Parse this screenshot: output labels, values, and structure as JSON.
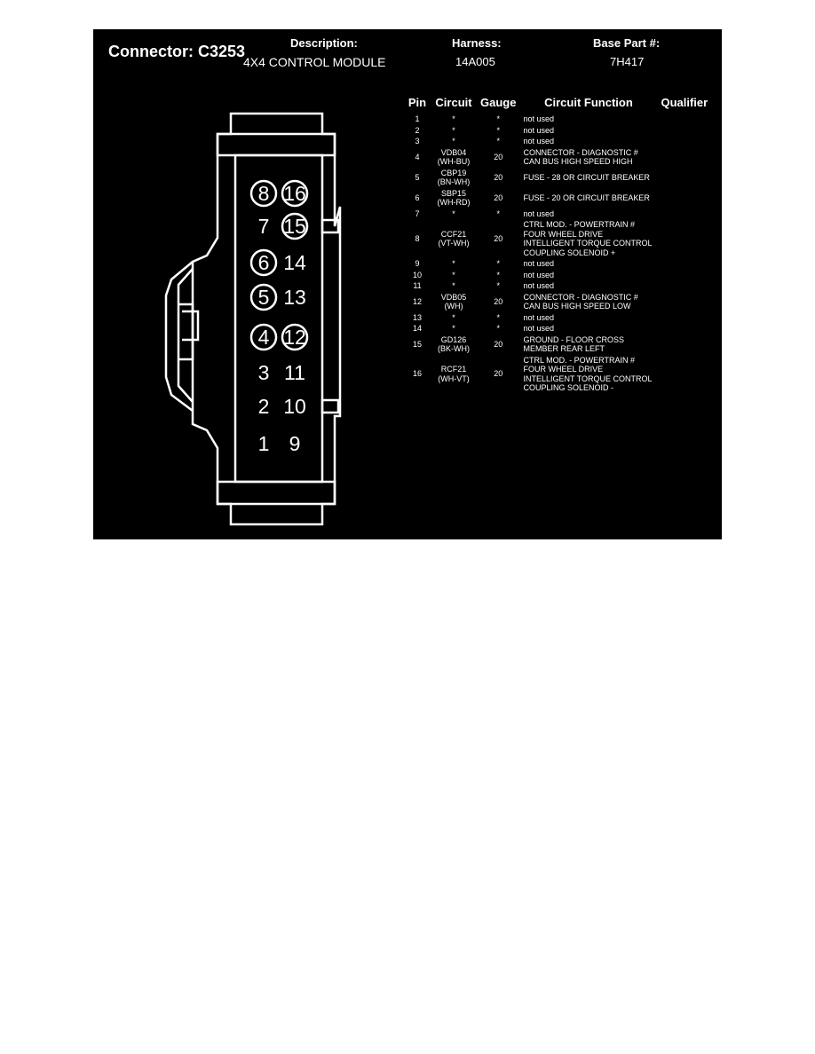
{
  "header": {
    "connector_label": "Connector: C3253",
    "description_label": "Description:",
    "description_value": "4X4 CONTROL MODULE",
    "harness_label": "Harness:",
    "harness_value": "14A005",
    "base_part_label": "Base Part #:",
    "base_part_value": "7H417"
  },
  "table": {
    "columns": [
      "Pin",
      "Circuit",
      "Gauge",
      "Circuit Function",
      "Qualifier"
    ],
    "rows": [
      {
        "pin": "1",
        "circuit": "*",
        "circuit_color": "",
        "gauge": "*",
        "function": "not used",
        "qualifier": ""
      },
      {
        "pin": "2",
        "circuit": "*",
        "circuit_color": "",
        "gauge": "*",
        "function": "not used",
        "qualifier": ""
      },
      {
        "pin": "3",
        "circuit": "*",
        "circuit_color": "",
        "gauge": "*",
        "function": "not used",
        "qualifier": ""
      },
      {
        "pin": "4",
        "circuit": "VDB04",
        "circuit_color": "(WH-BU)",
        "gauge": "20",
        "function": "CONNECTOR - DIAGNOSTIC # CAN BUS HIGH SPEED HIGH",
        "qualifier": ""
      },
      {
        "pin": "5",
        "circuit": "CBP19",
        "circuit_color": "(BN-WH)",
        "gauge": "20",
        "function": "FUSE - 28 OR CIRCUIT BREAKER",
        "qualifier": ""
      },
      {
        "pin": "6",
        "circuit": "SBP15",
        "circuit_color": "(WH-RD)",
        "gauge": "20",
        "function": "FUSE - 20 OR CIRCUIT BREAKER",
        "qualifier": ""
      },
      {
        "pin": "7",
        "circuit": "*",
        "circuit_color": "",
        "gauge": "*",
        "function": "not used",
        "qualifier": ""
      },
      {
        "pin": "8",
        "circuit": "CCF21",
        "circuit_color": "(VT-WH)",
        "gauge": "20",
        "function": "CTRL MOD. - POWERTRAIN # FOUR WHEEL DRIVE INTELLIGENT TORQUE CONTROL COUPLING SOLENOID +",
        "qualifier": ""
      },
      {
        "pin": "9",
        "circuit": "*",
        "circuit_color": "",
        "gauge": "*",
        "function": "not used",
        "qualifier": ""
      },
      {
        "pin": "10",
        "circuit": "*",
        "circuit_color": "",
        "gauge": "*",
        "function": "not used",
        "qualifier": ""
      },
      {
        "pin": "11",
        "circuit": "*",
        "circuit_color": "",
        "gauge": "*",
        "function": "not used",
        "qualifier": ""
      },
      {
        "pin": "12",
        "circuit": "VDB05",
        "circuit_color": "(WH)",
        "gauge": "20",
        "function": "CONNECTOR - DIAGNOSTIC # CAN BUS HIGH SPEED LOW",
        "qualifier": ""
      },
      {
        "pin": "13",
        "circuit": "*",
        "circuit_color": "",
        "gauge": "*",
        "function": "not used",
        "qualifier": ""
      },
      {
        "pin": "14",
        "circuit": "*",
        "circuit_color": "",
        "gauge": "*",
        "function": "not used",
        "qualifier": ""
      },
      {
        "pin": "15",
        "circuit": "GD126",
        "circuit_color": "(BK-WH)",
        "gauge": "20",
        "function": "GROUND - FLOOR CROSS MEMBER REAR LEFT",
        "qualifier": ""
      },
      {
        "pin": "16",
        "circuit": "RCF21",
        "circuit_color": "(WH-VT)",
        "gauge": "20",
        "function": "CTRL MOD. - POWERTRAIN # FOUR WHEEL DRIVE INTELLIGENT TORQUE CONTROL COUPLING SOLENOID -",
        "qualifier": ""
      }
    ]
  },
  "diagram": {
    "pins": [
      {
        "label": "8",
        "circled": true
      },
      {
        "label": "16",
        "circled": true
      },
      {
        "label": "7",
        "circled": false
      },
      {
        "label": "15",
        "circled": true
      },
      {
        "label": "6",
        "circled": true
      },
      {
        "label": "14",
        "circled": false
      },
      {
        "label": "5",
        "circled": true
      },
      {
        "label": "13",
        "circled": false
      },
      {
        "label": "4",
        "circled": true
      },
      {
        "label": "12",
        "circled": true
      },
      {
        "label": "3",
        "circled": false
      },
      {
        "label": "11",
        "circled": false
      },
      {
        "label": "2",
        "circled": false
      },
      {
        "label": "10",
        "circled": false
      },
      {
        "label": "1",
        "circled": false
      },
      {
        "label": "9",
        "circled": false
      }
    ]
  }
}
